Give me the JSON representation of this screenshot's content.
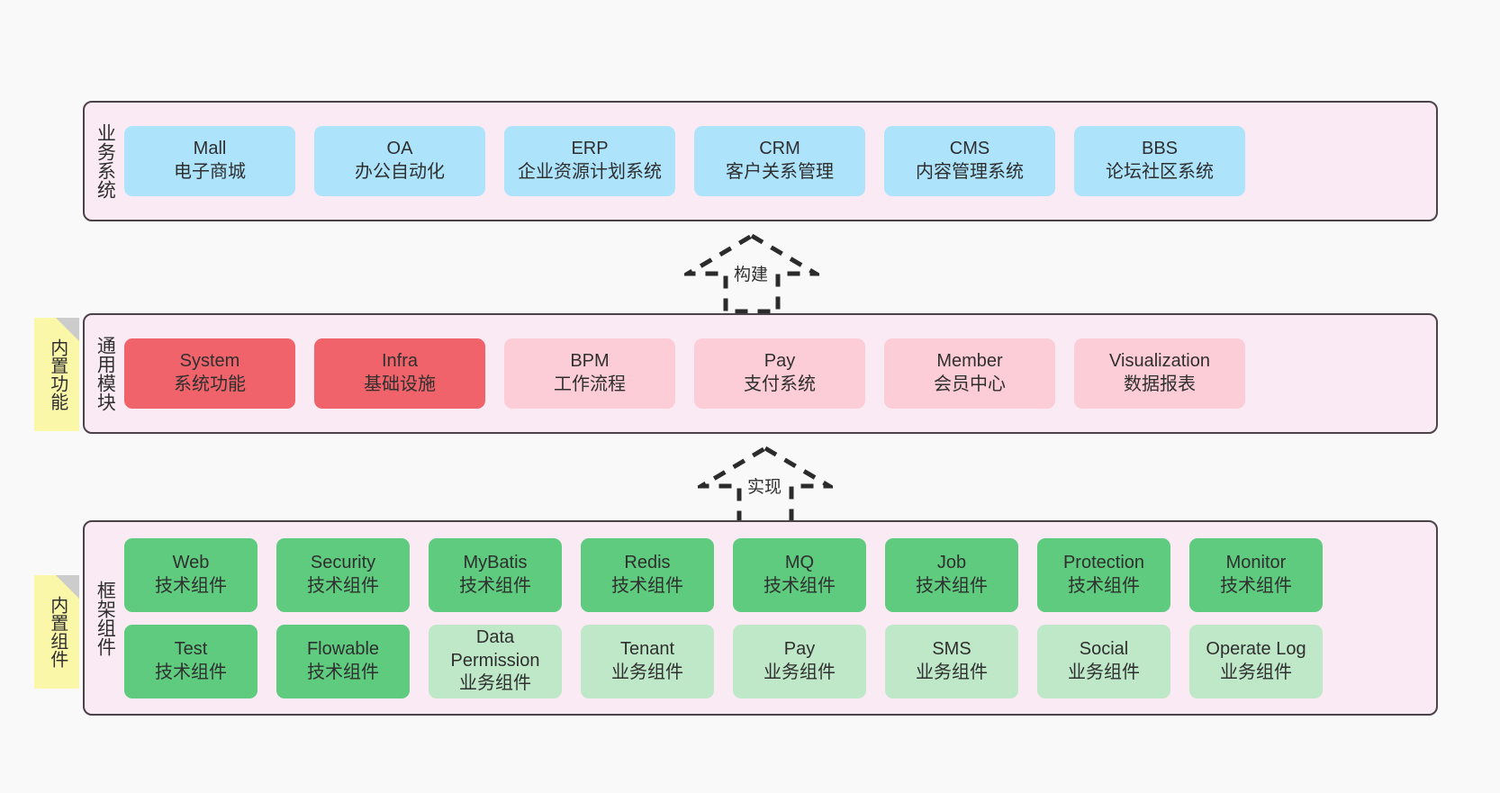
{
  "diagram": {
    "background_color": "#f9f9f9",
    "layer_border_color": "#4b424a",
    "layer_fill_color": "#f9eaf4",
    "note_fill_color": "#fbf7a8"
  },
  "layers": [
    {
      "id": "business-systems",
      "title": "业务系统",
      "node_color": "#ade3fb",
      "rows": [
        [
          {
            "name": "Mall",
            "desc": "电子商城",
            "style": "blue"
          },
          {
            "name": "OA",
            "desc": "办公自动化",
            "style": "blue"
          },
          {
            "name": "ERP",
            "desc": "企业资源计划系统",
            "style": "blue"
          },
          {
            "name": "CRM",
            "desc": "客户关系管理",
            "style": "blue"
          },
          {
            "name": "CMS",
            "desc": "内容管理系统",
            "style": "blue"
          },
          {
            "name": "BBS",
            "desc": "论坛社区系统",
            "style": "blue"
          }
        ]
      ]
    },
    {
      "id": "generic-modules",
      "title": "通用模块",
      "note": "内置功能",
      "rows": [
        [
          {
            "name": "System",
            "desc": "系统功能",
            "style": "red-strong"
          },
          {
            "name": "Infra",
            "desc": "基础设施",
            "style": "red-strong"
          },
          {
            "name": "BPM",
            "desc": "工作流程",
            "style": "pink"
          },
          {
            "name": "Pay",
            "desc": "支付系统",
            "style": "pink"
          },
          {
            "name": "Member",
            "desc": "会员中心",
            "style": "pink"
          },
          {
            "name": "Visualization",
            "desc": "数据报表",
            "style": "pink"
          }
        ]
      ]
    },
    {
      "id": "framework-components",
      "title": "框架组件",
      "note": "内置组件",
      "rows": [
        [
          {
            "name": "Web",
            "desc": "技术组件",
            "style": "green-strong"
          },
          {
            "name": "Security",
            "desc": "技术组件",
            "style": "green-strong"
          },
          {
            "name": "MyBatis",
            "desc": "技术组件",
            "style": "green-strong"
          },
          {
            "name": "Redis",
            "desc": "技术组件",
            "style": "green-strong"
          },
          {
            "name": "MQ",
            "desc": "技术组件",
            "style": "green-strong"
          },
          {
            "name": "Job",
            "desc": "技术组件",
            "style": "green-strong"
          },
          {
            "name": "Protection",
            "desc": "技术组件",
            "style": "green-strong"
          },
          {
            "name": "Monitor",
            "desc": "技术组件",
            "style": "green-strong"
          }
        ],
        [
          {
            "name": "Test",
            "desc": "技术组件",
            "style": "green-strong"
          },
          {
            "name": "Flowable",
            "desc": "技术组件",
            "style": "green-strong"
          },
          {
            "name": "Data Permission",
            "desc": "业务组件",
            "style": "green-light",
            "wrap": true
          },
          {
            "name": "Tenant",
            "desc": "业务组件",
            "style": "green-light"
          },
          {
            "name": "Pay",
            "desc": "业务组件",
            "style": "green-light"
          },
          {
            "name": "SMS",
            "desc": "业务组件",
            "style": "green-light"
          },
          {
            "name": "Social",
            "desc": "业务组件",
            "style": "green-light"
          },
          {
            "name": "Operate Log",
            "desc": "业务组件",
            "style": "green-light"
          }
        ]
      ]
    }
  ],
  "connectors": [
    {
      "id": "build",
      "label": "构建",
      "from": "generic-modules",
      "to": "business-systems"
    },
    {
      "id": "implement",
      "label": "实现",
      "from": "framework-components",
      "to": "generic-modules"
    }
  ]
}
